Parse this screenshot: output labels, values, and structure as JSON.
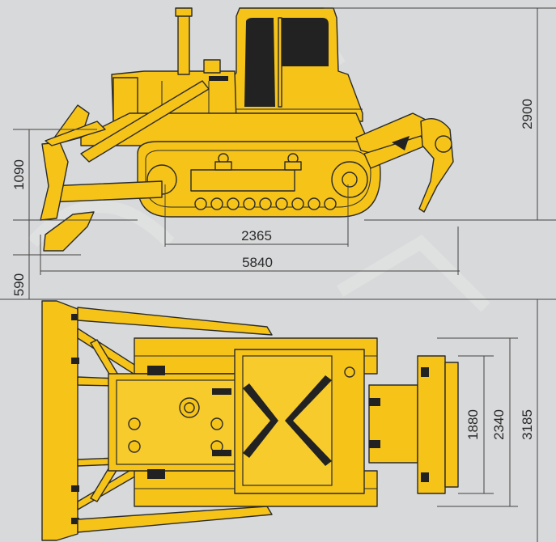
{
  "dimensions": {
    "track_gauge": "2365",
    "overall_length": "5840",
    "blade_height": "1090",
    "dig_depth": "590",
    "overall_height": "2900",
    "shoe_spacing": "1880",
    "track_width": "2340",
    "overall_width": "3185"
  },
  "colors": {
    "body": "#f6c318",
    "outline": "#2b2b2b",
    "background": "#d8d9da"
  }
}
